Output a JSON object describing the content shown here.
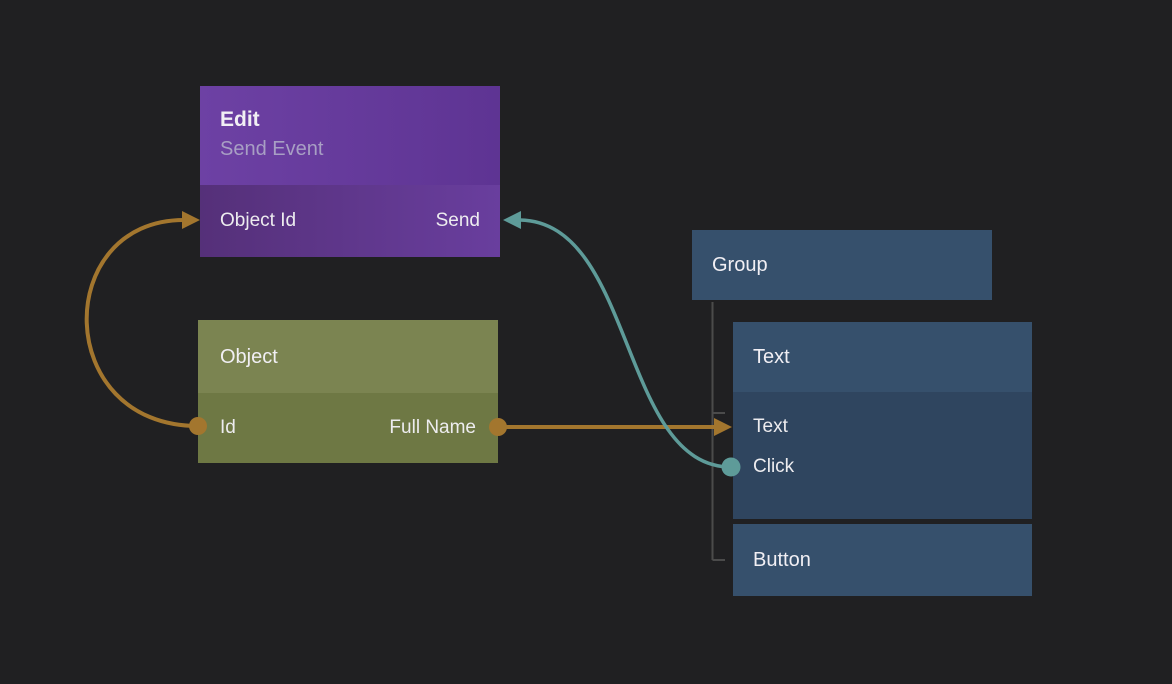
{
  "colors": {
    "background": "#202022",
    "orange_wire": "#a3762e",
    "teal_wire": "#5e9b99",
    "tree_line": "#4b4b4b",
    "purple_header": "#65399c",
    "purple_body": "#5d3488",
    "olive_header": "#7b8451",
    "olive_body": "#6e7844",
    "blue_header": "#36506c",
    "blue_body": "#2f455f"
  },
  "nodes": {
    "edit": {
      "title": "Edit",
      "subtitle": "Send Event",
      "input_port": "Object Id",
      "output_port": "Send"
    },
    "object": {
      "title": "Object",
      "input_port": "Id",
      "output_port": "Full Name"
    },
    "group": {
      "title": "Group",
      "children": [
        "Text",
        "Button"
      ]
    },
    "text": {
      "title": "Text",
      "input_port_text": "Text",
      "input_port_click": "Click"
    },
    "button": {
      "title": "Button"
    }
  },
  "connections": [
    {
      "from": "Object.Id",
      "to": "Edit.Object Id",
      "color": "#a3762e"
    },
    {
      "from": "Object.Full Name",
      "to": "Text.Text",
      "color": "#a3762e"
    },
    {
      "from": "Text.Click",
      "to": "Edit.Send",
      "color": "#5e9b99"
    }
  ]
}
